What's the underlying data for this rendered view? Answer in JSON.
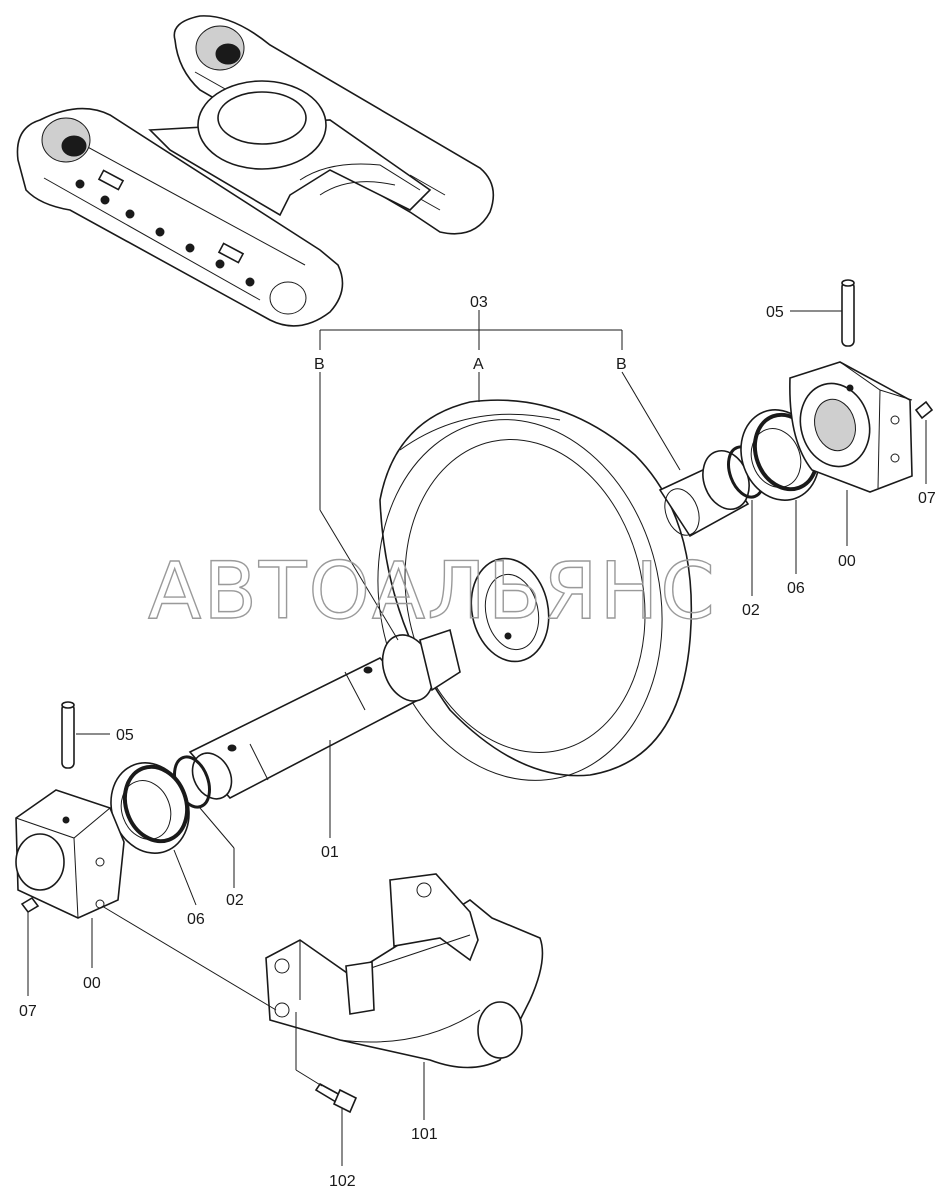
{
  "watermark": "АВТОАЛЬЯНС",
  "part_labels": {
    "p03": "03",
    "pA": "A",
    "pB_left": "B",
    "pB_right": "B",
    "p05_right": "05",
    "p07_right": "07",
    "p00_right": "00",
    "p06_right": "06",
    "p02_right": "02",
    "p05_left": "05",
    "p01": "01",
    "p02_left": "02",
    "p06_left": "06",
    "p00_left": "00",
    "p07_left": "07",
    "p101": "101",
    "p102": "102"
  }
}
